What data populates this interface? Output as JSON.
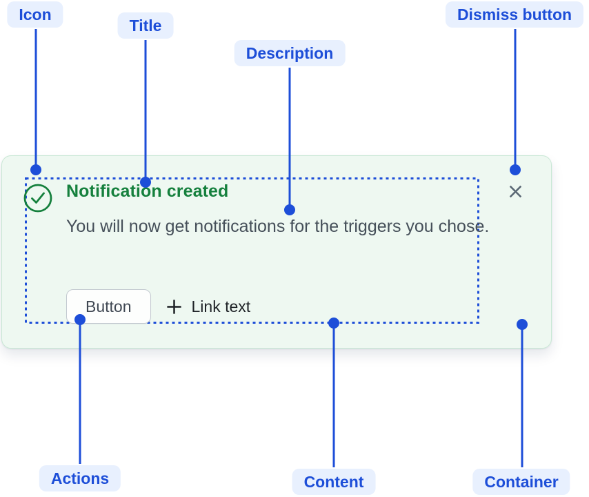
{
  "annotations": [
    {
      "id": "icon",
      "label": "Icon"
    },
    {
      "id": "title",
      "label": "Title"
    },
    {
      "id": "description",
      "label": "Description"
    },
    {
      "id": "dismiss",
      "label": "Dismiss button"
    },
    {
      "id": "actions",
      "label": "Actions"
    },
    {
      "id": "content",
      "label": "Content"
    },
    {
      "id": "container",
      "label": "Container"
    }
  ],
  "notification": {
    "title": "Notification created",
    "description": "You will now get notifications for the triggers you chose.",
    "actions": {
      "button_label": "Button",
      "link_label": "Link text"
    },
    "icons": {
      "status": "check-circle-icon",
      "link_prefix": "plus-icon",
      "dismiss": "close-icon"
    }
  },
  "colors": {
    "success_green": "#15803D",
    "card_background": "#EEF8F1",
    "card_border": "#C9E8D5",
    "description_text": "#454F59",
    "annotation_blue": "#1D4ED8",
    "annotation_pill_background": "#E8F0FE",
    "dismiss_gray": "#596773"
  }
}
